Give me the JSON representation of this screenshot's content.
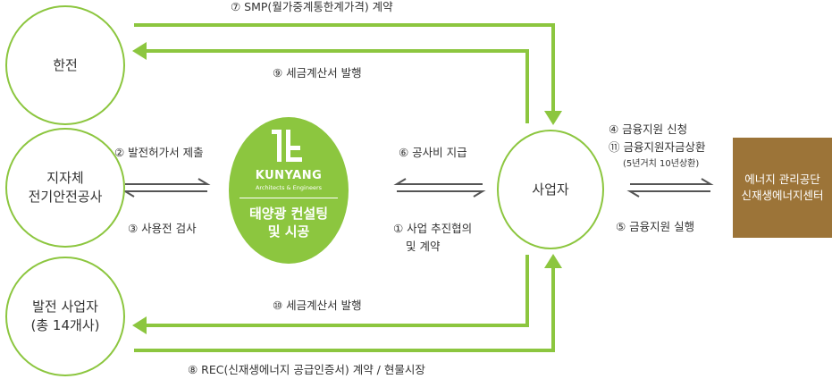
{
  "nodes": {
    "kepco": {
      "label": "한전"
    },
    "local": {
      "line1": "지자체",
      "line2": "전기안전공사"
    },
    "generators": {
      "line1": "발전 사업자",
      "line2": "(총 14개사)"
    },
    "business": {
      "label": "사업자"
    }
  },
  "hub": {
    "brand": "KUNYANG",
    "tagline": "Architects & Engineers",
    "service_line1": "태양광 컨설팅",
    "service_line2": "및 시공"
  },
  "center": {
    "line1": "에너지 관리공단",
    "line2": "신재생에너지센터"
  },
  "flows": {
    "f7": "⑦ SMP(월가중계통한계가격) 계약",
    "f9": "⑨ 세금계산서 발행",
    "f2": "② 발전허가서 제출",
    "f3": "③ 사용전 검사",
    "f6": "⑥ 공사비 지급",
    "f1_line1": "① 사업 추진협의",
    "f1_line2": "및 계약",
    "f4": "④ 금융지원 신청",
    "f11": "⑪ 금융지원자금상환",
    "f11_note": "(5년거치 10년상환)",
    "f5": "⑤ 금융지원 실행",
    "f10": "⑩ 세금계산서 발행",
    "f8": "⑧ REC(신재생에너지 공급인증서) 계약 / 현물시장"
  },
  "colors": {
    "accent": "#8cc63f",
    "arrow_dark": "#555555",
    "center_box": "#9c7438"
  }
}
